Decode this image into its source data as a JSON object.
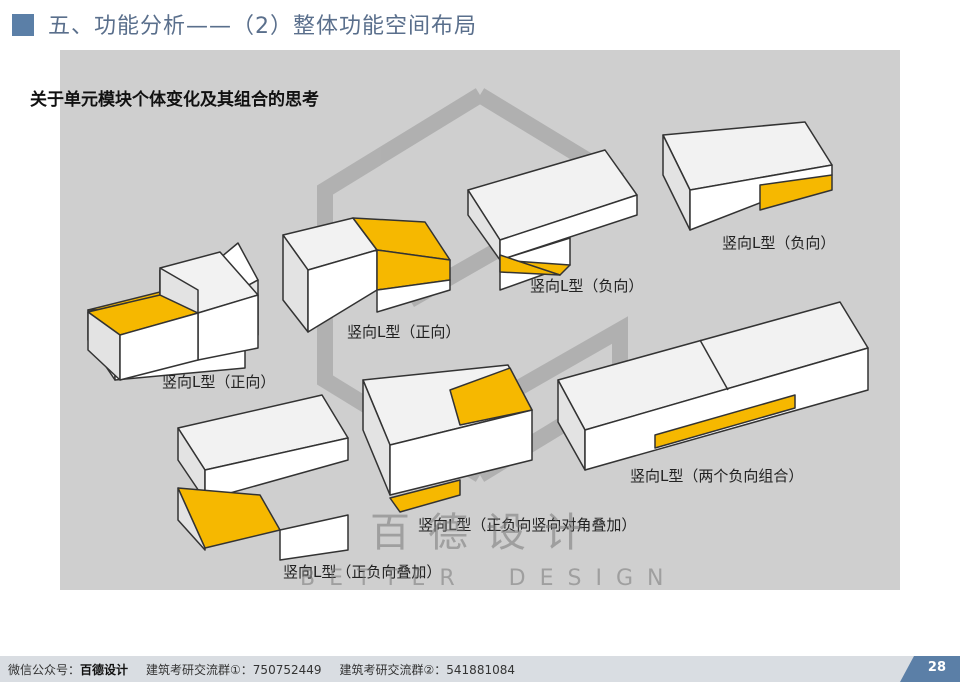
{
  "header": {
    "title": "五、功能分析——（2）整体功能空间布局"
  },
  "subtitle": "关于单元模块个体变化及其组合的思考",
  "captions": [
    "竖向L型（正向）",
    "竖向L型（正向）",
    "竖向L型（负向）",
    "竖向L型（负向）",
    "竖向L型（正负向叠加）",
    "竖向L型（正负向竖向对角叠加）",
    "竖向L型（两个负向组合）"
  ],
  "watermark": {
    "cn": "百德设计",
    "en_left": "BETTER",
    "en_right": "DESIGN"
  },
  "footer": {
    "wechat_label": "微信公众号：",
    "wechat_name": "百德设计",
    "group1_label": "建筑考研交流群①",
    "group1_number": "：750752449",
    "group2_label": "建筑考研交流群②",
    "group2_number": "：541881084",
    "page": "28"
  },
  "colors": {
    "accent": "#f6b800",
    "title_blue": "#5b7fa7",
    "panel": "#cfcfcf"
  }
}
